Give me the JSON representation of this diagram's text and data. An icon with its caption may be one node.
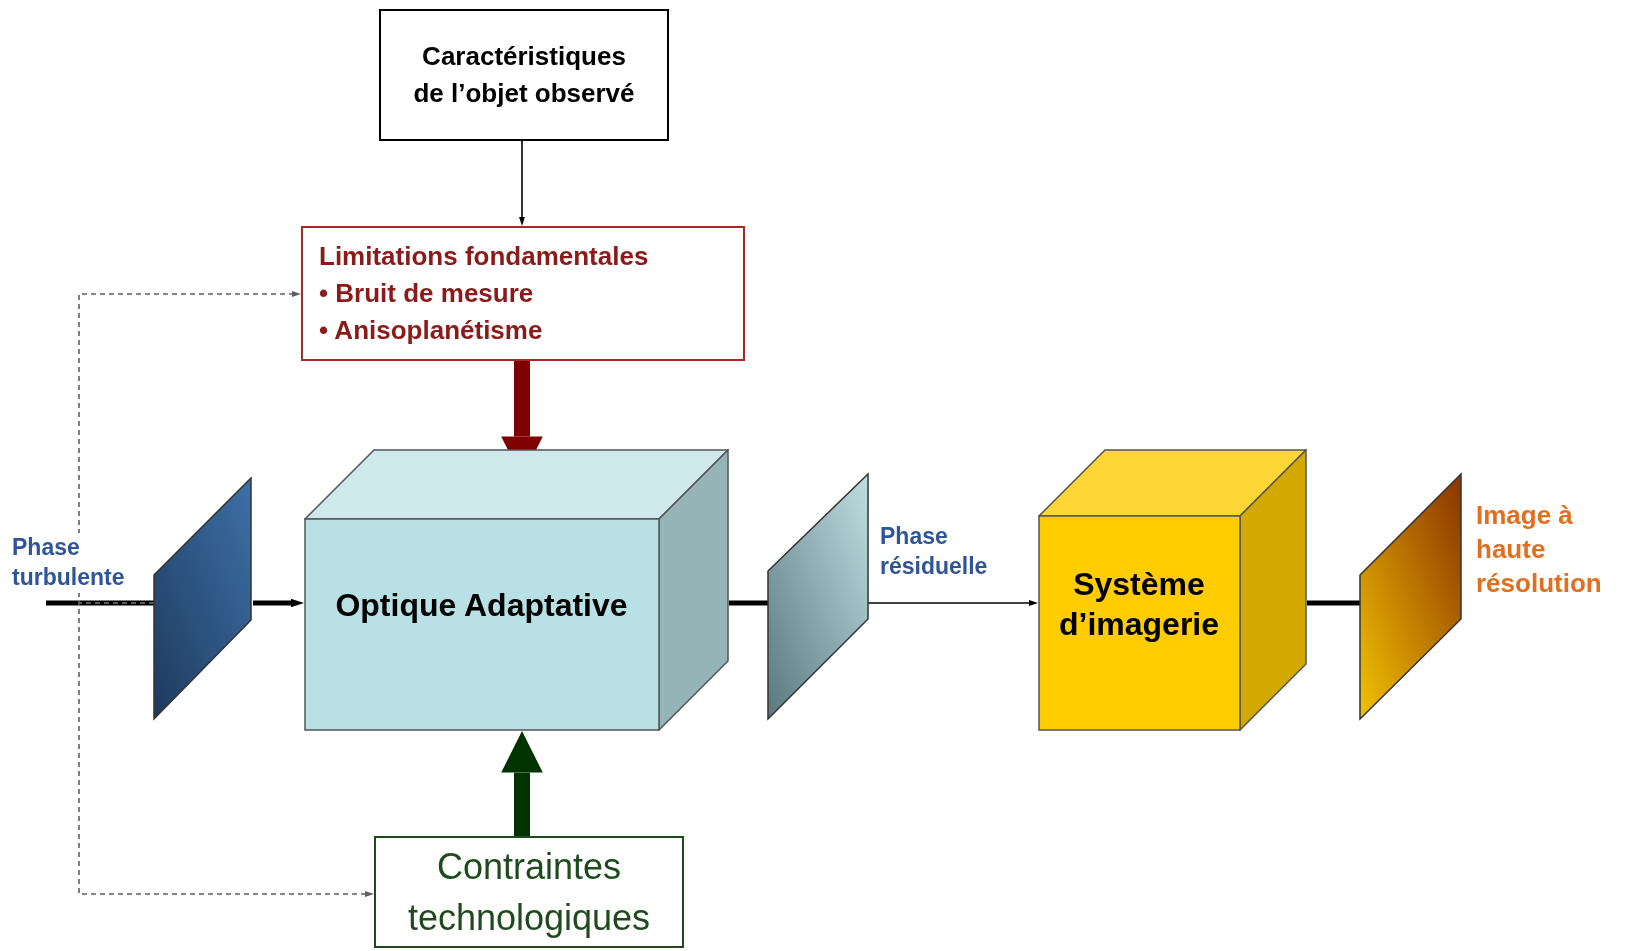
{
  "diagram": {
    "nodes": [
      {
        "text": [
          "Caractéristiques de l’objet observé"
        ]
      },
      {
        "text": [
          "Limitations fondamentales",
          "• Bruit de mesure",
          "• Anisoplanétisme"
        ]
      },
      {
        "text": [],
        "shape": "parallelogram",
        "beside": [
          "Phase turbulente"
        ]
      },
      {
        "text": [
          "Optique Adaptative"
        ]
      },
      {
        "text": [],
        "shape": "parallelogram",
        "beside": [
          "Phase résiduelle"
        ]
      },
      {
        "text": [
          "Système d’imagerie"
        ]
      },
      {
        "text": [],
        "shape": "parallelogram",
        "beside": [
          "Image à haute résolution"
        ]
      },
      {
        "text": [
          "Contraintes technologiques"
        ]
      }
    ],
    "edges": [
      {
        "from": 0,
        "to": 1,
        "arrow": "to"
      },
      {
        "from": 1,
        "to": 3,
        "arrow": "to",
        "style": "thick",
        "color": "#7f0000"
      },
      {
        "from": 7,
        "to": 3,
        "arrow": "to",
        "style": "thick",
        "color": "#003300"
      },
      {
        "from": null,
        "to": 2,
        "arrow": "none"
      },
      {
        "from": 2,
        "to": 3,
        "arrow": "to"
      },
      {
        "from": 3,
        "to": 4,
        "arrow": "none"
      },
      {
        "from": 4,
        "to": 5,
        "arrow": "to"
      },
      {
        "from": 5,
        "to": 6,
        "arrow": "none"
      },
      {
        "from": 2,
        "to": 1,
        "arrow": "to",
        "style": "dashed",
        "color": "#606060"
      },
      {
        "from": 2,
        "to": 7,
        "arrow": "to",
        "style": "dashed",
        "color": "#606060"
      }
    ]
  }
}
